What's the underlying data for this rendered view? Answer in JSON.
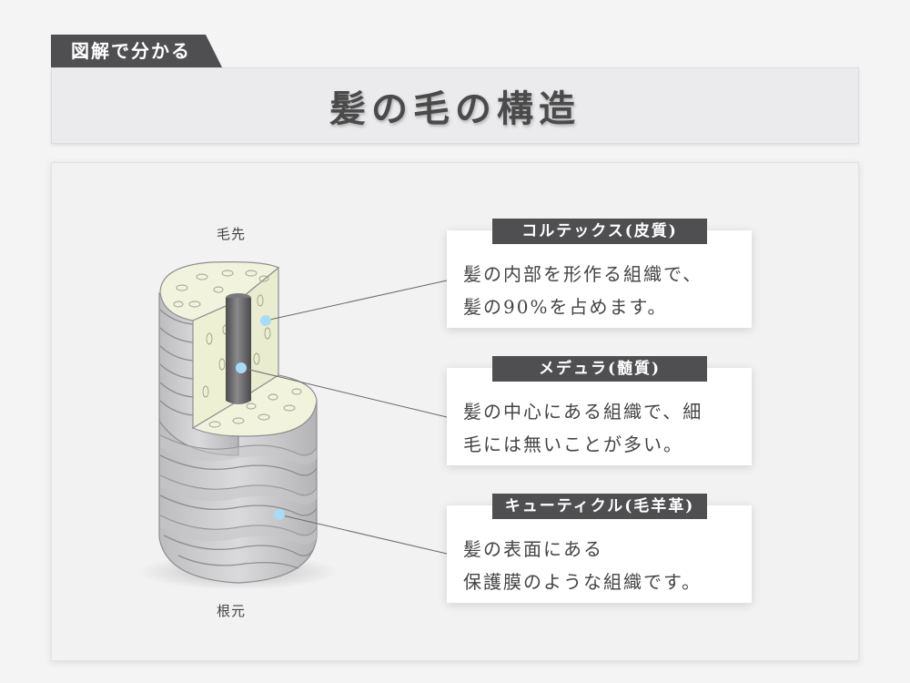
{
  "header": {
    "tag": "図解で分かる",
    "title": "髪の毛の構造"
  },
  "diagram": {
    "top_label": "毛先",
    "bottom_label": "根元"
  },
  "callouts": [
    {
      "label": "コルテックス(皮質)",
      "lines": [
        "髪の内部を形作る組織で、",
        "髪の90%を占めます。"
      ]
    },
    {
      "label": "メデュラ(髄質)",
      "lines": [
        "髪の中心にある組織で、細",
        "毛には無いことが多い。"
      ]
    },
    {
      "label": "キューティクル(毛羊革)",
      "lines": [
        "髪の表面にある",
        "保護膜のような組織です。"
      ]
    }
  ],
  "colors": {
    "dark_label": "#4f4f51",
    "cortex_fill": "#f1f3dc",
    "cuticle_fill": "#d4d4d6",
    "medulla_fill": "#6a6a6c",
    "marker": "#a8dcf6"
  }
}
